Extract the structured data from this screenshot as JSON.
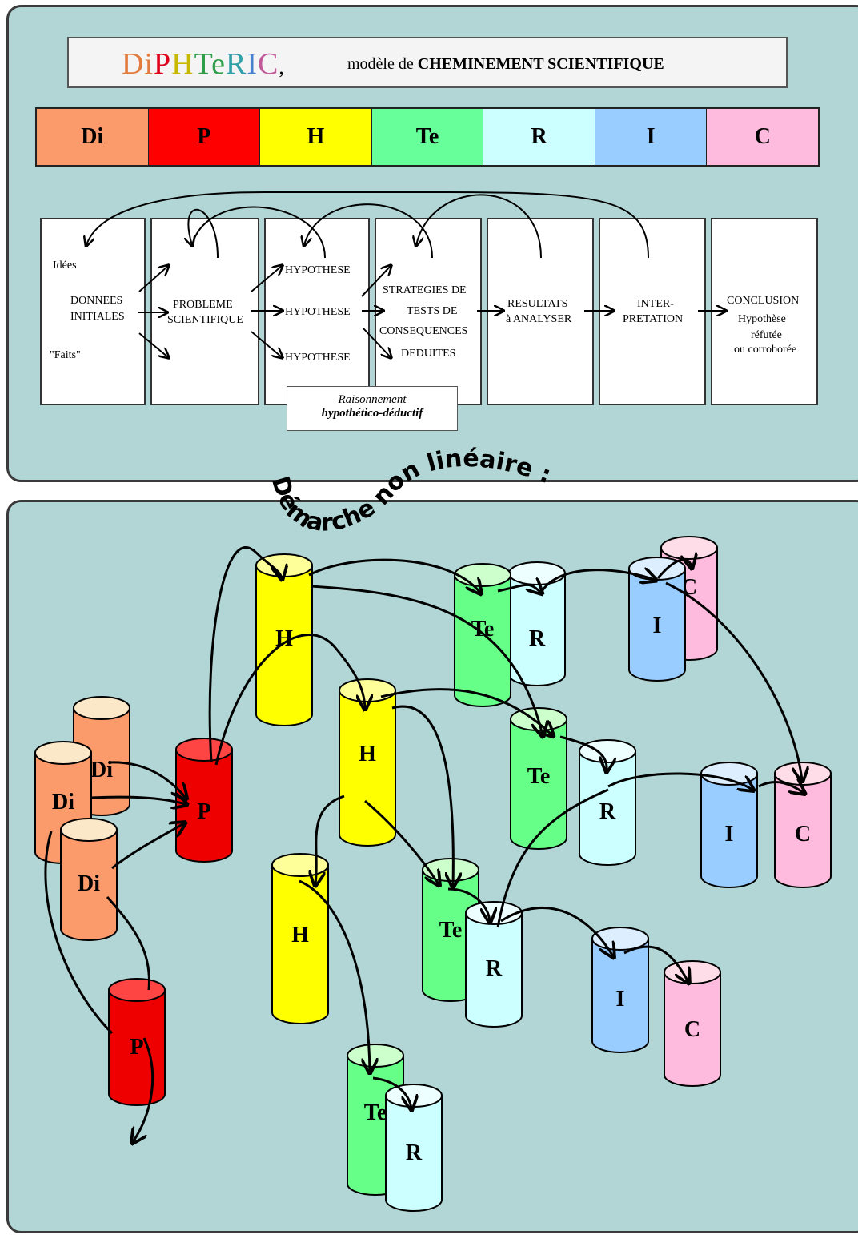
{
  "title": {
    "main_parts": [
      {
        "text": "Di",
        "color": "#e27b3e"
      },
      {
        "text": "P",
        "color": "#e0001b"
      },
      {
        "text": "H",
        "color": "#c8b800"
      },
      {
        "text": "Te",
        "color": "#2e9e4a"
      },
      {
        "text": "R",
        "color": "#2f9fa8"
      },
      {
        "text": "I",
        "color": "#4a7fd0"
      },
      {
        "text": "C",
        "color": "#c25a9a"
      }
    ],
    "comma": ",",
    "subtitle_prefix": "modèle de ",
    "subtitle_bold": "CHEMINEMENT SCIENTIFIQUE"
  },
  "steps": [
    {
      "label": "Di",
      "color": "#fb9a6b"
    },
    {
      "label": "P",
      "color": "#ff0000"
    },
    {
      "label": "H",
      "color": "#ffff00"
    },
    {
      "label": "Te",
      "color": "#66ff99"
    },
    {
      "label": "R",
      "color": "#ccffff"
    },
    {
      "label": "I",
      "color": "#99ccff"
    },
    {
      "label": "C",
      "color": "#ffbbdd"
    }
  ],
  "flow": {
    "ideas": "Idées",
    "donnees_1": "DONNEES",
    "donnees_2": "INITIALES",
    "faits": "\"Faits\"",
    "probleme_1": "PROBLEME",
    "probleme_2": "SCIENTIFIQUE",
    "hypothese": "HYPOTHESE",
    "strat_1": "STRATEGIES DE",
    "strat_2": "TESTS DE",
    "strat_3": "CONSEQUENCES",
    "strat_4": "DEDUITES",
    "resultats_1": "RESULTATS",
    "resultats_2": "à ANALYSER",
    "interp_1": "INTER-",
    "interp_2": "PRETATION",
    "concl_1": "CONCLUSION",
    "concl_2": "Hypothèse",
    "concl_3": "réfutée",
    "concl_4": "ou corroborée"
  },
  "reasoning": {
    "line1": "Raisonnement",
    "line2": "hypothético-déductif"
  },
  "handwritten_title": "Démarche non linéaire :",
  "cylinder_colors": {
    "Di": "#fb9a6b",
    "Di_top": "#fbe8c8",
    "P": "#ee0000",
    "P_top": "#ff4444",
    "H": "#ffff00",
    "H_top": "#ffff99",
    "Te": "#66ff88",
    "Te_top": "#ccffcc",
    "R": "#ccffff",
    "R_top": "#eeffff",
    "I": "#99ccff",
    "I_top": "#ddeeff",
    "C": "#ffbbdd",
    "C_top": "#ffdde8"
  },
  "cylinders": [
    {
      "label": "C"
    },
    {
      "label": "I"
    },
    {
      "label": "R"
    },
    {
      "label": "Te"
    },
    {
      "label": "H"
    },
    {
      "label": "Di"
    },
    {
      "label": "Di"
    },
    {
      "label": "Di"
    },
    {
      "label": "P"
    },
    {
      "label": "H"
    },
    {
      "label": "Te"
    },
    {
      "label": "R"
    },
    {
      "label": "I"
    },
    {
      "label": "C"
    },
    {
      "label": "H"
    },
    {
      "label": "Te"
    },
    {
      "label": "R"
    },
    {
      "label": "I"
    },
    {
      "label": "C"
    },
    {
      "label": "P"
    },
    {
      "label": "Te"
    },
    {
      "label": "R"
    }
  ]
}
